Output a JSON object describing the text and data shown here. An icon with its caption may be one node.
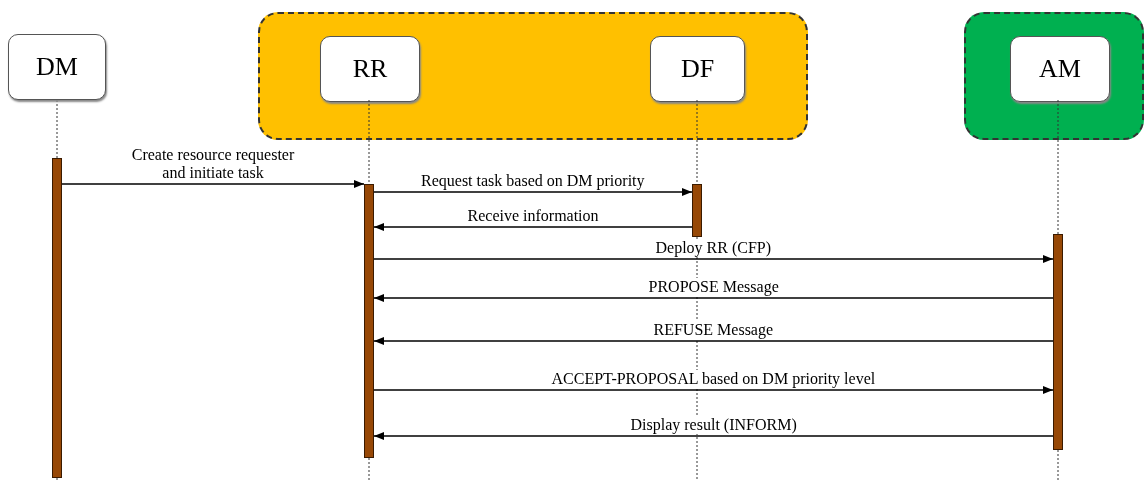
{
  "diagram": {
    "nodes": [
      {
        "text": [
          "DM"
        ]
      },
      {
        "text": [],
        "shape": "box"
      },
      {
        "text": [
          "RR"
        ],
        "in": 1
      },
      {
        "text": [
          "DF"
        ],
        "in": 1
      },
      {
        "text": [],
        "shape": "box"
      },
      {
        "text": [
          "AM"
        ],
        "in": 4
      },
      {
        "text": [],
        "shape": "bar"
      },
      {
        "text": [],
        "shape": "bar"
      },
      {
        "text": [],
        "shape": "bar"
      },
      {
        "text": [],
        "shape": "bar"
      }
    ],
    "edges": [
      {
        "from": 6,
        "to": 7,
        "arrow": "to",
        "label": "Create resource requester and initiate task"
      },
      {
        "from": 7,
        "to": 8,
        "arrow": "to",
        "label": "Request task based on DM priority"
      },
      {
        "from": 8,
        "to": 7,
        "arrow": "to",
        "label": "Receive information"
      },
      {
        "from": 7,
        "to": 9,
        "arrow": "to",
        "label": "Deploy RR (CFP)"
      },
      {
        "from": 9,
        "to": 7,
        "arrow": "to",
        "label": "PROPOSE Message"
      },
      {
        "from": 9,
        "to": 7,
        "arrow": "to",
        "label": "REFUSE Message"
      },
      {
        "from": 7,
        "to": 9,
        "arrow": "to",
        "label": "ACCEPT-PROPOSAL based on DM priority level"
      },
      {
        "from": 9,
        "to": 7,
        "arrow": "to",
        "label": "Display result (INFORM)"
      },
      {
        "from": 0,
        "to": 6,
        "arrow": "none",
        "style": "dashed"
      },
      {
        "from": 2,
        "to": 7,
        "arrow": "none",
        "style": "dashed"
      },
      {
        "from": 3,
        "to": 8,
        "arrow": "none",
        "style": "dashed"
      },
      {
        "from": 5,
        "to": 9,
        "arrow": "none",
        "style": "dashed"
      }
    ]
  }
}
